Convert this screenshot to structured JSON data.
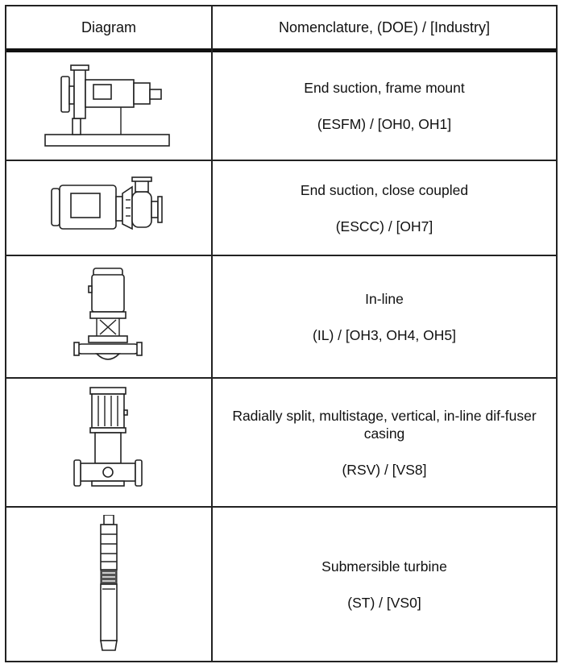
{
  "header": {
    "diagram": "Diagram",
    "nomenclature": "Nomenclature, (DOE) / [Industry]"
  },
  "rows": [
    {
      "name": "End suction, frame mount",
      "code": "(ESFM) / [OH0, OH1]"
    },
    {
      "name": "End suction, close coupled",
      "code": "(ESCC) / [OH7]"
    },
    {
      "name": "In-line",
      "code": "(IL) / [OH3, OH4, OH5]"
    },
    {
      "name": "Radially split, multistage, vertical, in-line dif-fuser casing",
      "code": "(RSV) / [VS8]"
    },
    {
      "name": "Submersible turbine",
      "code": "(ST) / [VS0]"
    }
  ]
}
